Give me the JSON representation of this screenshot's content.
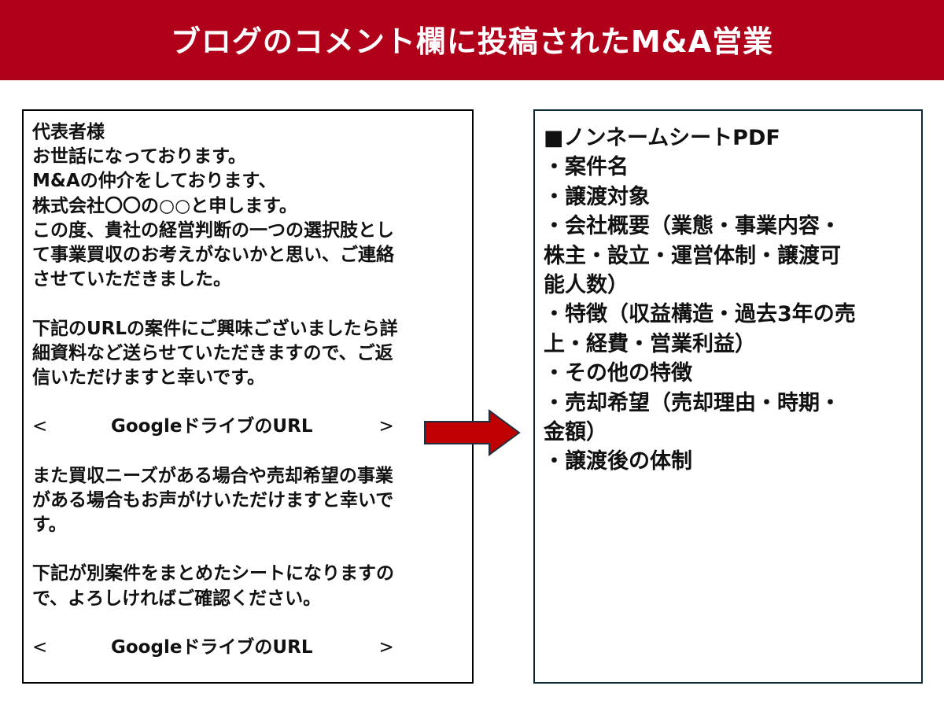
{
  "header": {
    "title": "ブログのコメント欄に投稿されたM&A営業",
    "background_color": "#B0001A",
    "text_color": "#FFFFFF"
  },
  "comment_box": {
    "border_color": "#000000",
    "lines": [
      "代表者様",
      "お世話になっております。",
      "M&Aの仲介をしております、",
      "株式会社〇〇の○○と申します。",
      "この度、貴社の経営判断の一つの選択肢とし",
      "て事業買収のお考えがないかと思い、ご連絡",
      "させていただきました。",
      "",
      "下記のURLの案件にご興味ございましたら詳",
      "細資料など送らせていただきますので、ご返",
      "信いただけますと幸いです。",
      "",
      "URL1",
      "",
      "また買収ニーズがある場合や売却希望の事業",
      "がある場合もお声がけいただけますと幸いで",
      "す。",
      "",
      "下記が別案件をまとめたシートになりますの",
      "で、よろしければご確認ください。",
      "",
      "URL2"
    ],
    "url_links": [
      {
        "open": "<",
        "label": "GoogleドライブのURL",
        "close": ">"
      },
      {
        "open": "<",
        "label": "GoogleドライブのURL",
        "close": ">"
      }
    ]
  },
  "arrow": {
    "direction": "right",
    "fill_color": "#C00000",
    "outline_color": "#1F2F3F"
  },
  "sheet_box": {
    "border_color": "#0E2838",
    "lines": [
      "■ノンネームシートPDF",
      "・案件名",
      "・譲渡対象",
      "・会社概要（業態・事業内容・",
      "株主・設立・運営体制・譲渡可",
      "能人数）",
      "・特徴（収益構造・過去3年の売",
      "上・経費・営業利益）",
      "・その他の特徴",
      "・売却希望（売却理由・時期・",
      "金額）",
      "・譲渡後の体制"
    ]
  }
}
